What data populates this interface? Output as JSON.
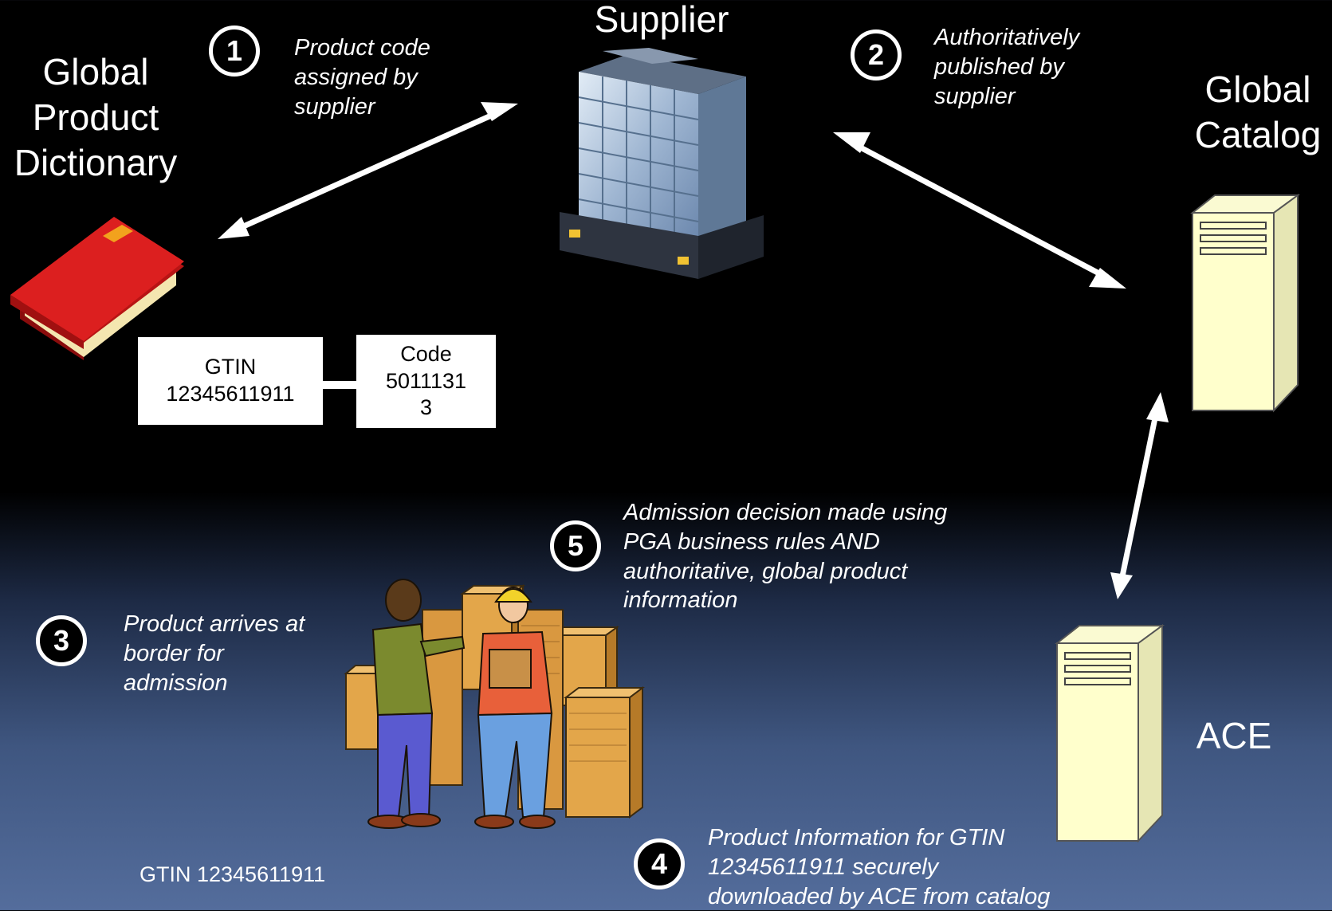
{
  "titles": {
    "supplier": "Supplier",
    "dictionary": [
      "Global",
      "Product",
      "Dictionary"
    ],
    "catalog": [
      "Global",
      "Catalog"
    ],
    "ace": "ACE"
  },
  "steps": [
    {
      "number": "1",
      "text": [
        "Product code",
        "assigned by",
        "supplier"
      ]
    },
    {
      "number": "2",
      "text": [
        "Authoritatively",
        "published  by",
        "supplier"
      ]
    },
    {
      "number": "3",
      "text": [
        "Product arrives at",
        "border for",
        "admission"
      ]
    },
    {
      "number": "4",
      "text": [
        "Product Information for GTIN",
        "12345611911 securely",
        "downloaded  by ACE from catalog"
      ]
    },
    {
      "number": "5",
      "text": [
        "Admission decision made using",
        "PGA business rules AND",
        "authoritative, global product",
        "information"
      ]
    }
  ],
  "gtin_box": [
    "GTIN",
    "12345611911"
  ],
  "code_box": [
    "Code",
    "5011131",
    "3"
  ],
  "border_label": "GTIN 12345611911",
  "icons": [
    "book-icon",
    "office-building-icon",
    "server-icon",
    "server-icon",
    "workers-with-boxes-icon"
  ],
  "colors": {
    "background_top": "#000000",
    "background_bottom": "#546d9c",
    "arrow": "#ffffff",
    "book": "#d71e1e",
    "server": "#ffffcc"
  }
}
